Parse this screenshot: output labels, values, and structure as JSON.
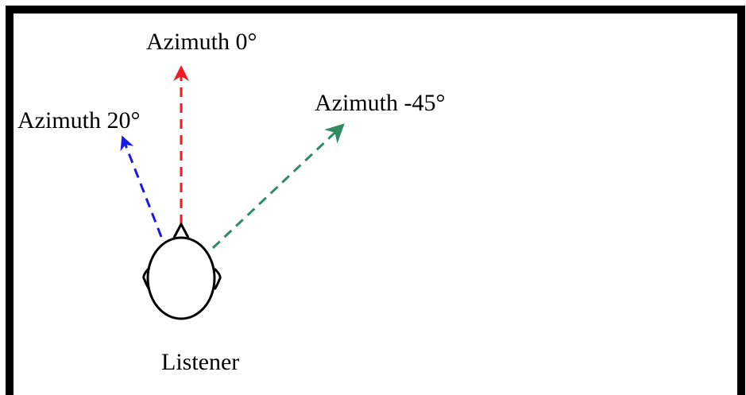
{
  "diagram": {
    "frame_color": "#000000",
    "listener": {
      "label": "Listener"
    },
    "arrows": [
      {
        "id": "azimuth-0",
        "label": "Azimuth 0°",
        "azimuth_deg": 0,
        "color": "#ee1c24"
      },
      {
        "id": "azimuth-20",
        "label": "Azimuth 20°",
        "azimuth_deg": 20,
        "color": "#1a1ae6"
      },
      {
        "id": "azimuth-neg45",
        "label": "Azimuth -45°",
        "azimuth_deg": -45,
        "color": "#2e8b62"
      }
    ]
  }
}
